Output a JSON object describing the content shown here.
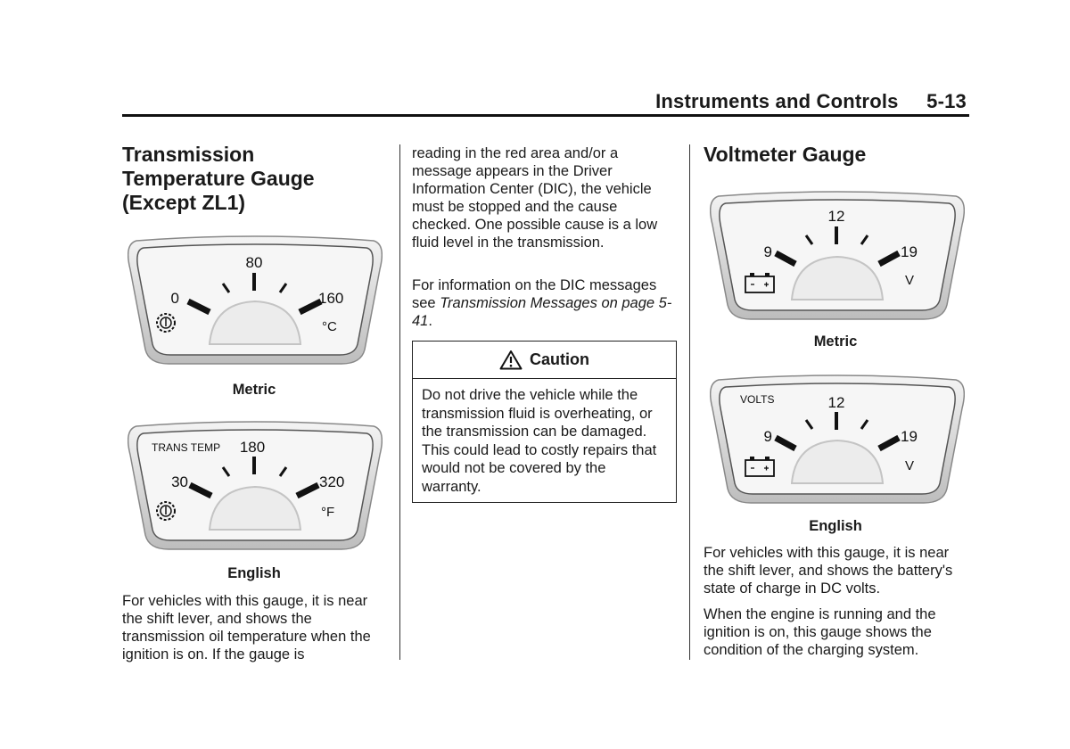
{
  "header": {
    "section": "Instruments and Controls",
    "page": "5-13"
  },
  "left": {
    "title": "Transmission Temperature Gauge (Except ZL1)",
    "gauge_metric": {
      "ticks": [
        "0",
        "80",
        "160"
      ],
      "unit": "°C",
      "caption": "Metric",
      "icon": "transmission-temperature-icon"
    },
    "gauge_english": {
      "label": "TRANS TEMP",
      "ticks": [
        "30",
        "180",
        "320"
      ],
      "unit": "°F",
      "caption": "English",
      "icon": "transmission-temperature-icon"
    },
    "paragraph": "For vehicles with this gauge, it is near the shift lever, and shows the transmission oil temperature when the ignition is on. If the gauge is"
  },
  "middle": {
    "paragraph1": "reading in the red area and/or a message appears in the Driver Information Center (DIC), the vehicle must be stopped and the cause checked. One possible cause is a low fluid level in the transmission.",
    "paragraph2_prefix": "For information on the DIC messages see ",
    "paragraph2_link": "Transmission Messages on page 5-41",
    "paragraph2_suffix": ".",
    "caution": {
      "icon": "warning-triangle-icon",
      "title": "Caution",
      "text": "Do not drive the vehicle while the transmission fluid is overheating, or the transmission can be damaged. This could lead to costly repairs that would not be covered by the warranty."
    }
  },
  "right": {
    "title": "Voltmeter Gauge",
    "gauge_metric": {
      "ticks": [
        "9",
        "12",
        "19"
      ],
      "unit": "V",
      "caption": "Metric",
      "icon": "battery-icon"
    },
    "gauge_english": {
      "label": "VOLTS",
      "ticks": [
        "9",
        "12",
        "19"
      ],
      "unit": "V",
      "caption": "English",
      "icon": "battery-icon"
    },
    "paragraph1": "For vehicles with this gauge, it is near the shift lever, and shows the battery's state of charge in DC volts.",
    "paragraph2": "When the engine is running and the ignition is on, this gauge shows the condition of the charging system."
  }
}
